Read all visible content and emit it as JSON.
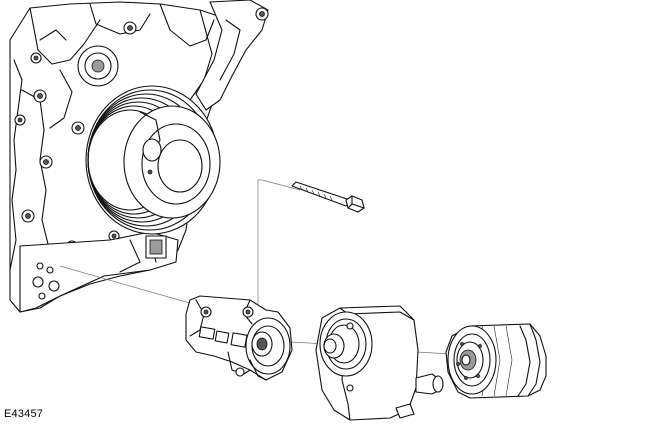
{
  "figure": {
    "reference_code": "E43457"
  },
  "parts": [
    {
      "id": "engine-front-cover",
      "icon": "engine-block-drawing"
    },
    {
      "id": "crankshaft-pulley",
      "icon": "pulley-drawing"
    },
    {
      "id": "bolt",
      "icon": "bolt-drawing"
    },
    {
      "id": "oil-filter-housing",
      "icon": "housing-drawing"
    },
    {
      "id": "oil-cooler",
      "icon": "cooler-drawing"
    },
    {
      "id": "oil-filter",
      "icon": "filter-drawing"
    }
  ]
}
